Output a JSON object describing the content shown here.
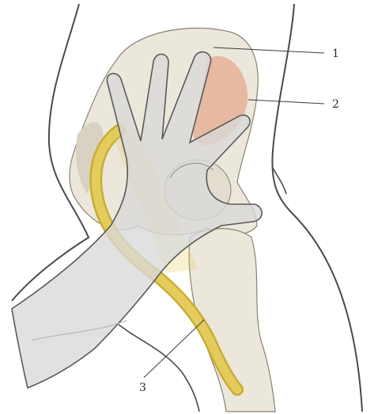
{
  "figure": {
    "callouts": [
      {
        "number": "1"
      },
      {
        "number": "2"
      },
      {
        "number": "3"
      }
    ],
    "colors": {
      "background": "#ffffff",
      "body_outline": "#4a4a4a",
      "bone": "#ece7db",
      "bone_shadow": "#d9d2c3",
      "hand": "#d9d9d9",
      "hand_outline": "#5a5a5a",
      "highlight_region": "#e8b49a",
      "nerve": "#e4cc5c",
      "nerve_shadow": "#c9ac35"
    }
  }
}
